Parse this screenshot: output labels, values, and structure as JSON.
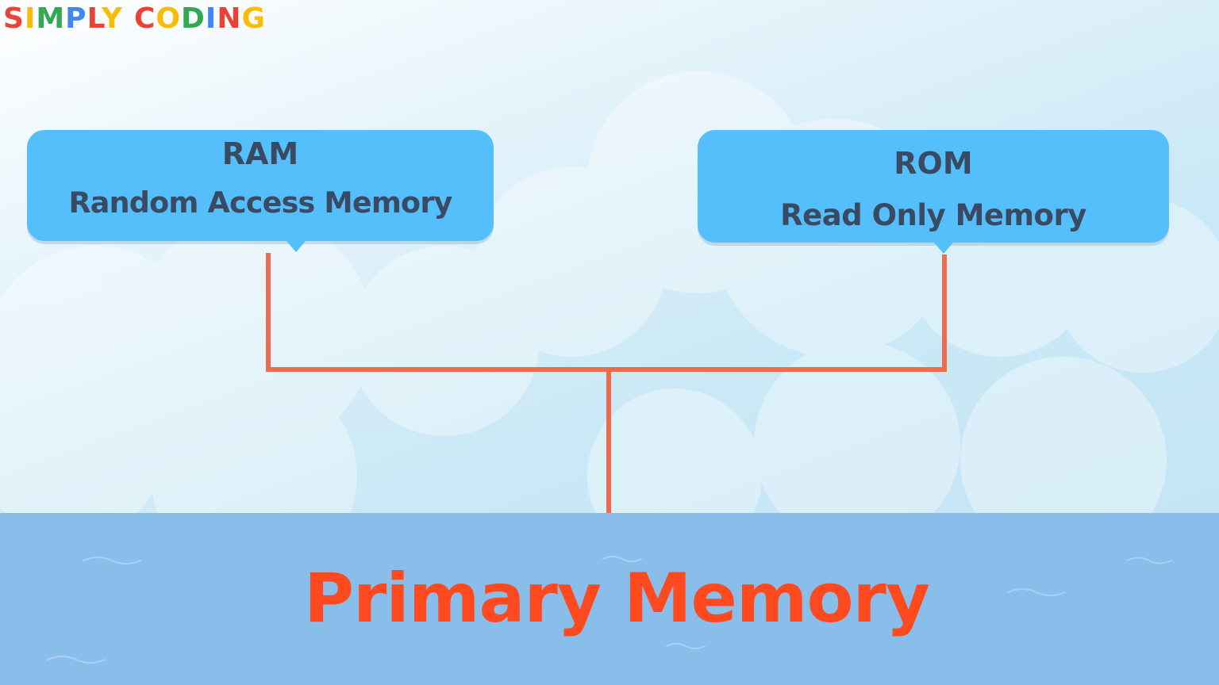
{
  "logo": {
    "word1": "SIMPLY",
    "word2": "CODING",
    "letter_colors": [
      "#ea4335",
      "#fbbc05",
      "#34a853",
      "#4285f4",
      "#ea4335",
      "#fbbc05"
    ]
  },
  "ram": {
    "abbr": "RAM",
    "full": "Random Access Memory"
  },
  "rom": {
    "abbr": "ROM",
    "full": "Read Only Memory"
  },
  "primary": {
    "title": "Primary Memory"
  },
  "colors": {
    "bubble": "#55bffb",
    "bubble_text": "#3a4a62",
    "connector": "#ef6b4e",
    "water": "#89bdea",
    "title": "#ff4a1f"
  }
}
